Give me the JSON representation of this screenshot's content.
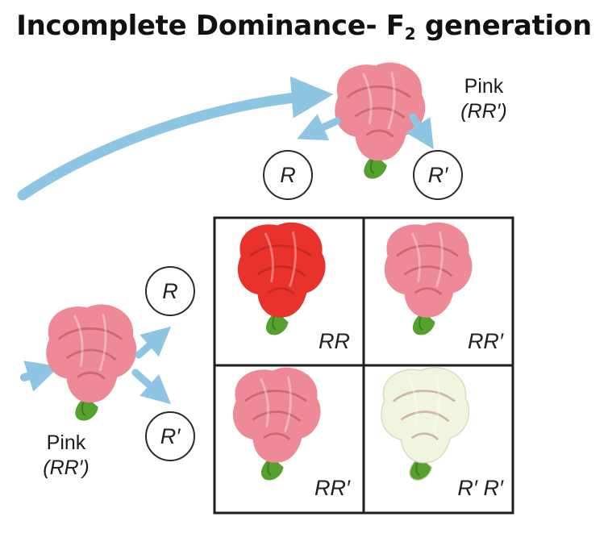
{
  "title": {
    "main": "Incomplete Dominance- F",
    "sub": "2",
    "tail": " generation"
  },
  "top_parent": {
    "phenotype": "Pink",
    "genotype": "(RR′)"
  },
  "left_parent": {
    "phenotype": "Pink",
    "genotype": "(RR′)"
  },
  "top_alleles": [
    "R",
    "R′"
  ],
  "left_alleles": [
    "R",
    "R′"
  ],
  "punnett": {
    "cells": [
      {
        "genotype": "RR",
        "flower_color": "#e8322b"
      },
      {
        "genotype": "RR′",
        "flower_color": "#ee8a97"
      },
      {
        "genotype": "RR′",
        "flower_color": "#ee8a97"
      },
      {
        "genotype": "R′ R′",
        "flower_color": "#f1f5e0"
      }
    ]
  },
  "colors": {
    "arrow": "#8ec5e3",
    "stem": "#55a02f",
    "border": "#1e1e1e"
  }
}
